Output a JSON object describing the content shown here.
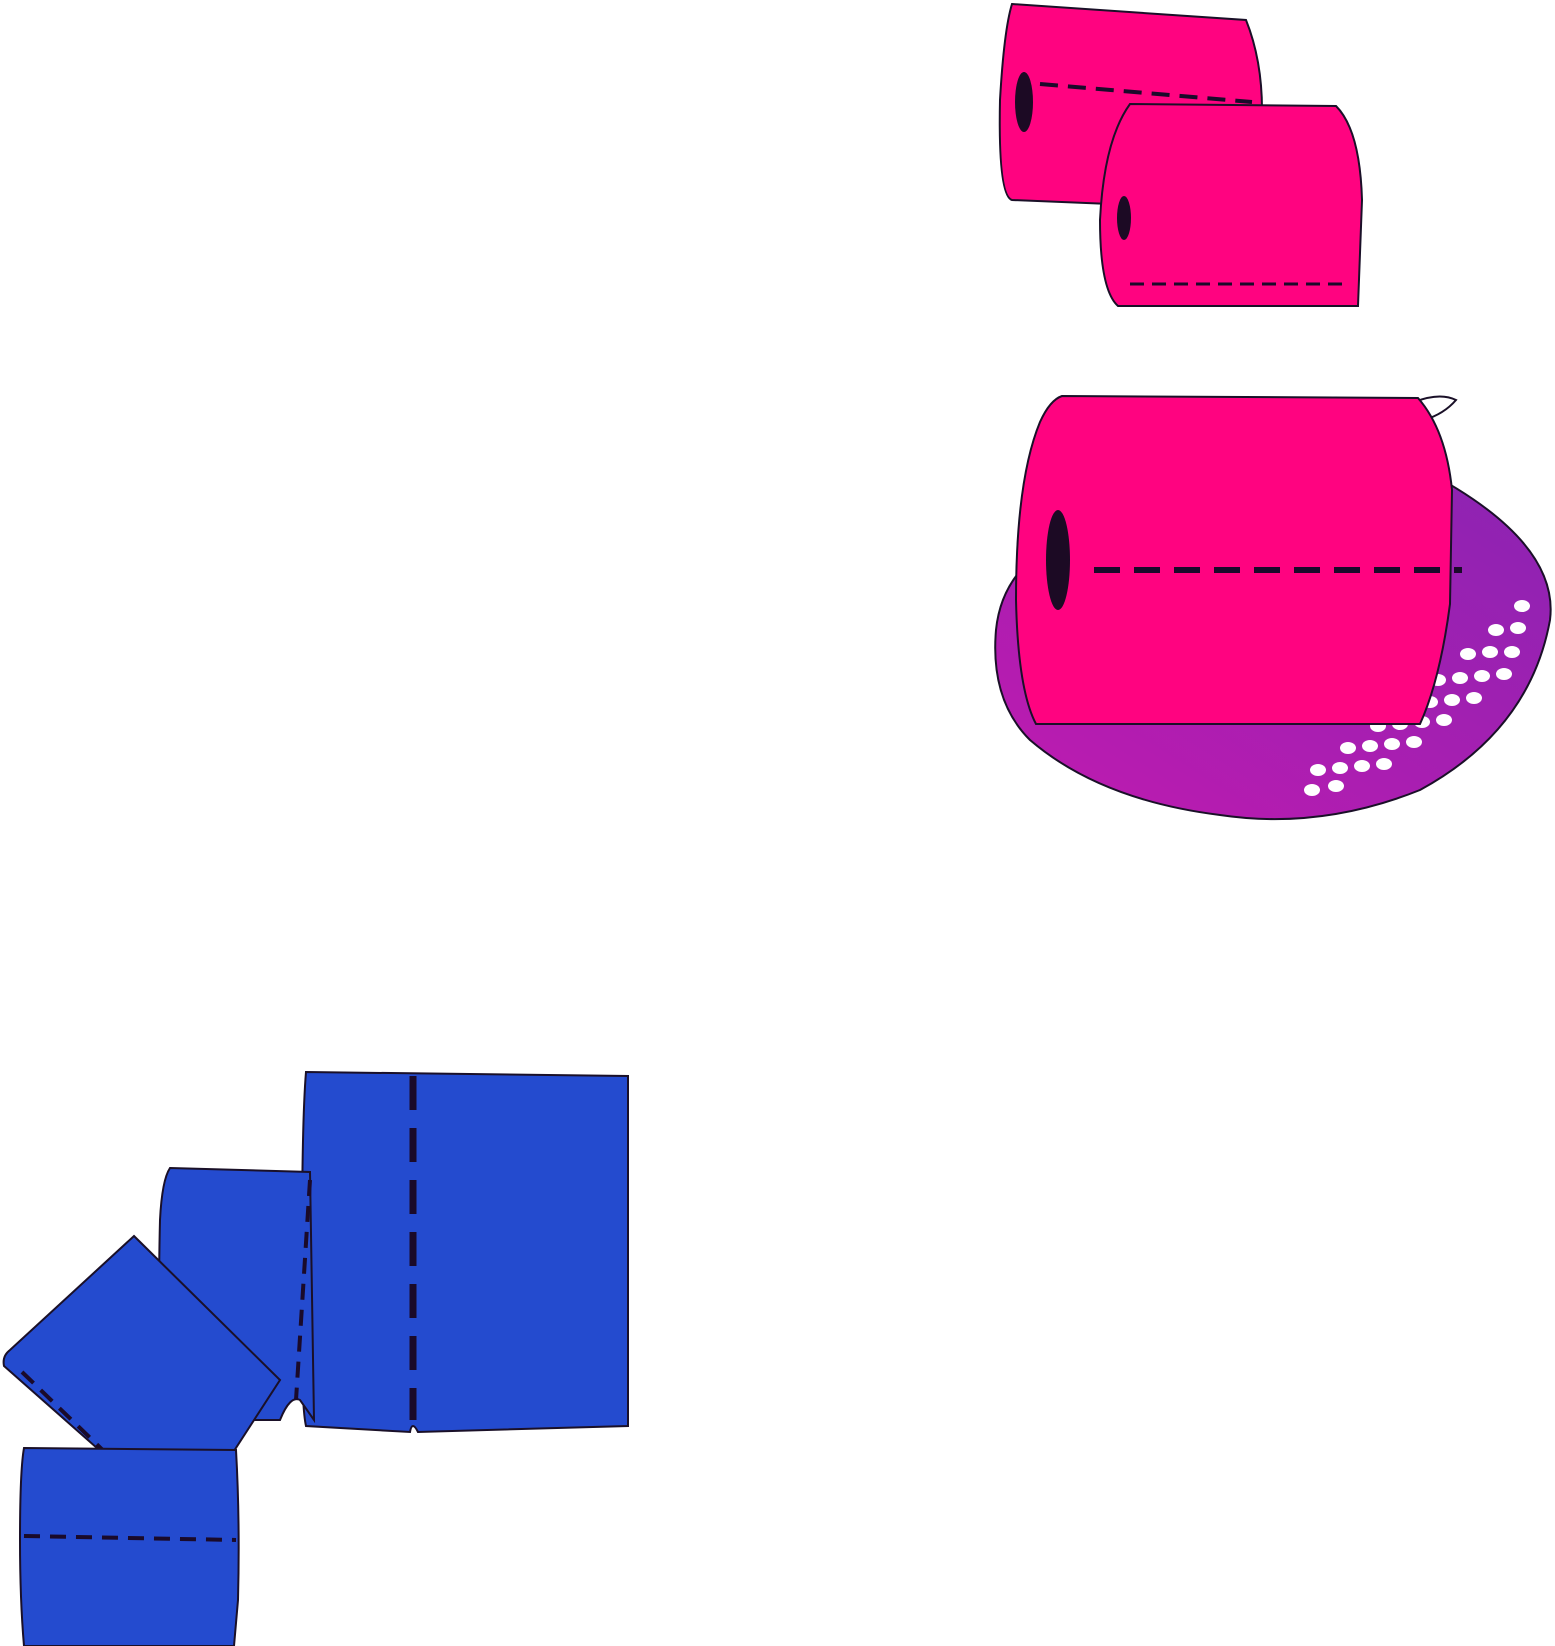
{
  "scene": {
    "background": "#ffffff",
    "colors": {
      "pink_roll": "#ff0380",
      "blue_roll": "#244bcf",
      "purple_blob_light": "#c01ab0",
      "purple_blob_dark": "#8a24b2",
      "dots": "#ffffff",
      "core_hole": "#1c0a24",
      "perforation": "#1a0a2a",
      "outline": "#1a1028"
    },
    "groups": [
      {
        "name": "pink-roll-pair",
        "roll_count": 2,
        "color": "pink_roll"
      },
      {
        "name": "pink-roll-on-purple-blob",
        "roll_count": 1,
        "color": "pink_roll",
        "backdrop": "purple_blob",
        "dot_pattern": true
      },
      {
        "name": "blue-roll-stack",
        "roll_count": 4,
        "color": "blue_roll"
      }
    ]
  }
}
